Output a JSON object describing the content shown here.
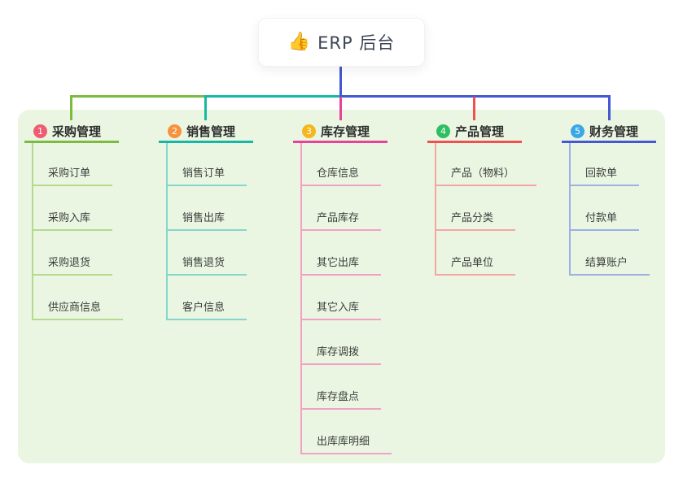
{
  "canvas": {
    "background": "#ffffff",
    "panel_bg": "#eaf6e2"
  },
  "root": {
    "icon": "👍",
    "label": "ERP 后台"
  },
  "branches": [
    {
      "index": "1",
      "label": "采购管理",
      "badge_color": "#ee5d71",
      "line_color": "#7cbb42",
      "child_line_color": "#b5da8e",
      "children": [
        "采购订单",
        "采购入库",
        "采购退货",
        "供应商信息"
      ]
    },
    {
      "index": "2",
      "label": "销售管理",
      "badge_color": "#f7913e",
      "line_color": "#16b8a5",
      "child_line_color": "#85d7cc",
      "children": [
        "销售订单",
        "销售出库",
        "销售退货",
        "客户信息"
      ]
    },
    {
      "index": "3",
      "label": "库存管理",
      "badge_color": "#f5b61f",
      "line_color": "#e8439b",
      "child_line_color": "#f3a0c8",
      "children": [
        "仓库信息",
        "产品库存",
        "其它出库",
        "其它入库",
        "库存调拨",
        "库存盘点",
        "出库库明细"
      ]
    },
    {
      "index": "4",
      "label": "产品管理",
      "badge_color": "#2fbe61",
      "line_color": "#f0504f",
      "child_line_color": "#f5a6a4",
      "children": [
        "产品（物料）",
        "产品分类",
        "产品单位"
      ]
    },
    {
      "index": "5",
      "label": "财务管理",
      "badge_color": "#3aa7e6",
      "line_color": "#4457d4",
      "child_line_color": "#9cb0e6",
      "children": [
        "回款单",
        "付款单",
        "结算账户"
      ]
    }
  ]
}
